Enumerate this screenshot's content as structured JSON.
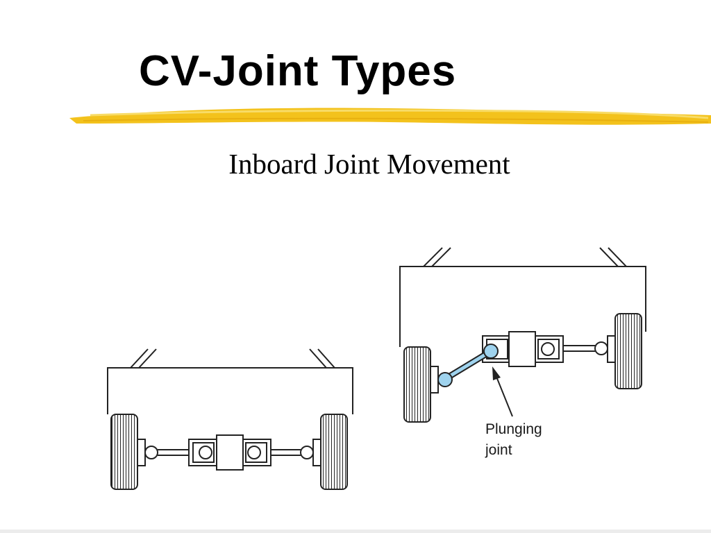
{
  "slide": {
    "title": "CV-Joint Types",
    "subtitle": "Inboard Joint Movement"
  },
  "diagram": {
    "callout_line1": "Plunging",
    "callout_line2": "joint",
    "highlight_color": "#9fd3ee",
    "accent_color": "#f3c21c"
  }
}
